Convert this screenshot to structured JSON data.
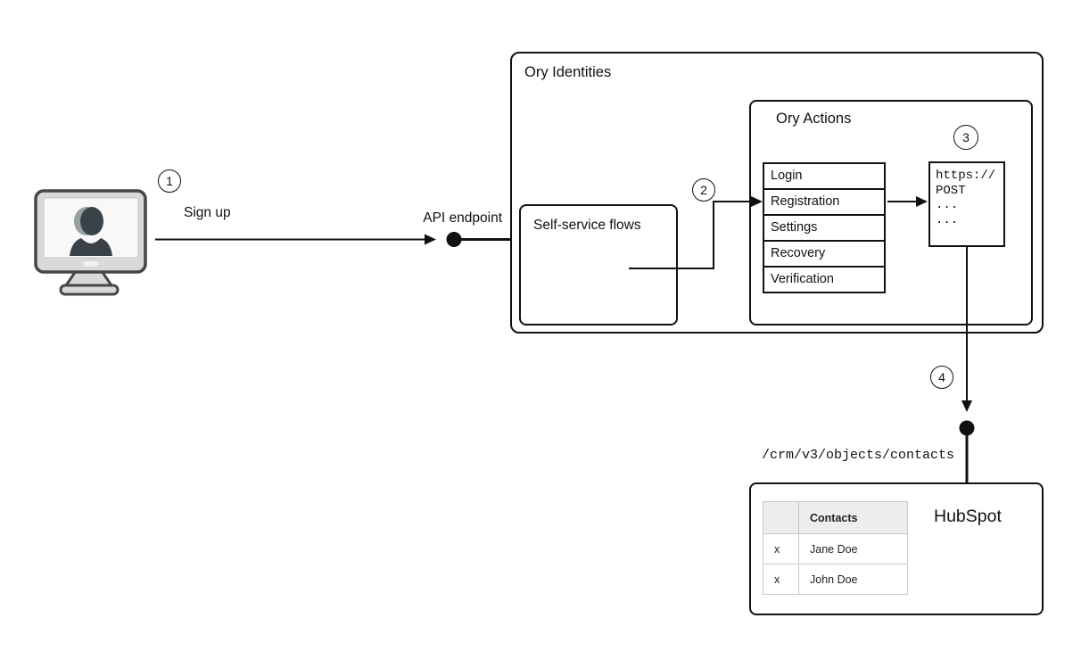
{
  "steps": [
    {
      "label": "1"
    },
    {
      "label": "2"
    },
    {
      "label": "3"
    },
    {
      "label": "4"
    }
  ],
  "labels": {
    "sign_up": "Sign up",
    "api_endpoint": "API endpoint",
    "crm_path": "/crm/v3/objects/contacts"
  },
  "ory_identities": {
    "title": "Ory Identities"
  },
  "self_service": {
    "title": "Self-service flows"
  },
  "ory_actions": {
    "title": "Ory Actions",
    "flows": [
      "Login",
      "Registration",
      "Settings",
      "Recovery",
      "Verification"
    ]
  },
  "webhook": {
    "code": "https://\nPOST\n...\n..."
  },
  "hubspot": {
    "title": "HubSpot",
    "table": {
      "header_mark": "",
      "header_contacts": "Contacts",
      "rows": [
        {
          "mark": "x",
          "name": "Jane Doe"
        },
        {
          "mark": "x",
          "name": "John Doe"
        }
      ]
    }
  },
  "icons": {
    "user_device": "monitor-with-user-silhouette",
    "api_endpoint_dot": "filled-circle-endpoint",
    "hubspot_endpoint_dot": "filled-circle-endpoint"
  },
  "colors": {
    "line": "#111111",
    "box_border": "#111111",
    "table_border": "#c9c9c9",
    "table_header_bg": "#ededed",
    "device_frame": "#d9d9d9",
    "device_border": "#474747",
    "silhouette": "#3b4247",
    "silhouette_highlight": "#98a0a4"
  }
}
